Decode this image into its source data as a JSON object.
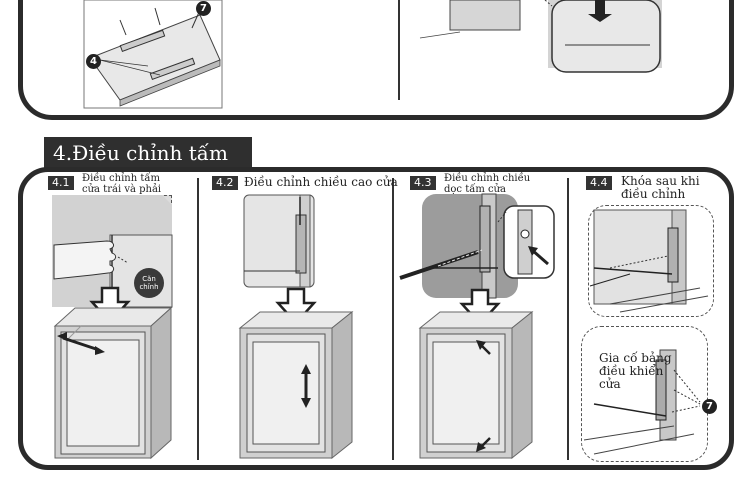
{
  "section": {
    "title": "4.Điều chỉnh tấm cửa"
  },
  "top": {
    "badges": [
      "7",
      "4"
    ]
  },
  "steps": [
    {
      "number": "4.1",
      "text_line1": "Điều chỉnh tấm",
      "text_line2": "cửa trái và phải",
      "callout_line1": "Căn",
      "callout_line2": "chỉnh"
    },
    {
      "number": "4.2",
      "text_line1": "Điều chỉnh chiều cao cửa"
    },
    {
      "number": "4.3",
      "text_line1": "Điều chỉnh chiều",
      "text_line2": "dọc tấm cửa"
    },
    {
      "number": "4.4",
      "text_line1": "Khóa sau khi",
      "text_line2": "điều chỉnh",
      "reinforce_line1": "Gia cố bảng",
      "reinforce_line2": "điều khiển",
      "reinforce_line3": "cửa",
      "badge": "7"
    }
  ],
  "colors": {
    "frame": "#2b2b2b",
    "title_bg": "#2f2f2f",
    "fill_light": "#e6e6e6",
    "fill_mid": "#cfcfcf",
    "fill_dark": "#9a9a9a"
  }
}
